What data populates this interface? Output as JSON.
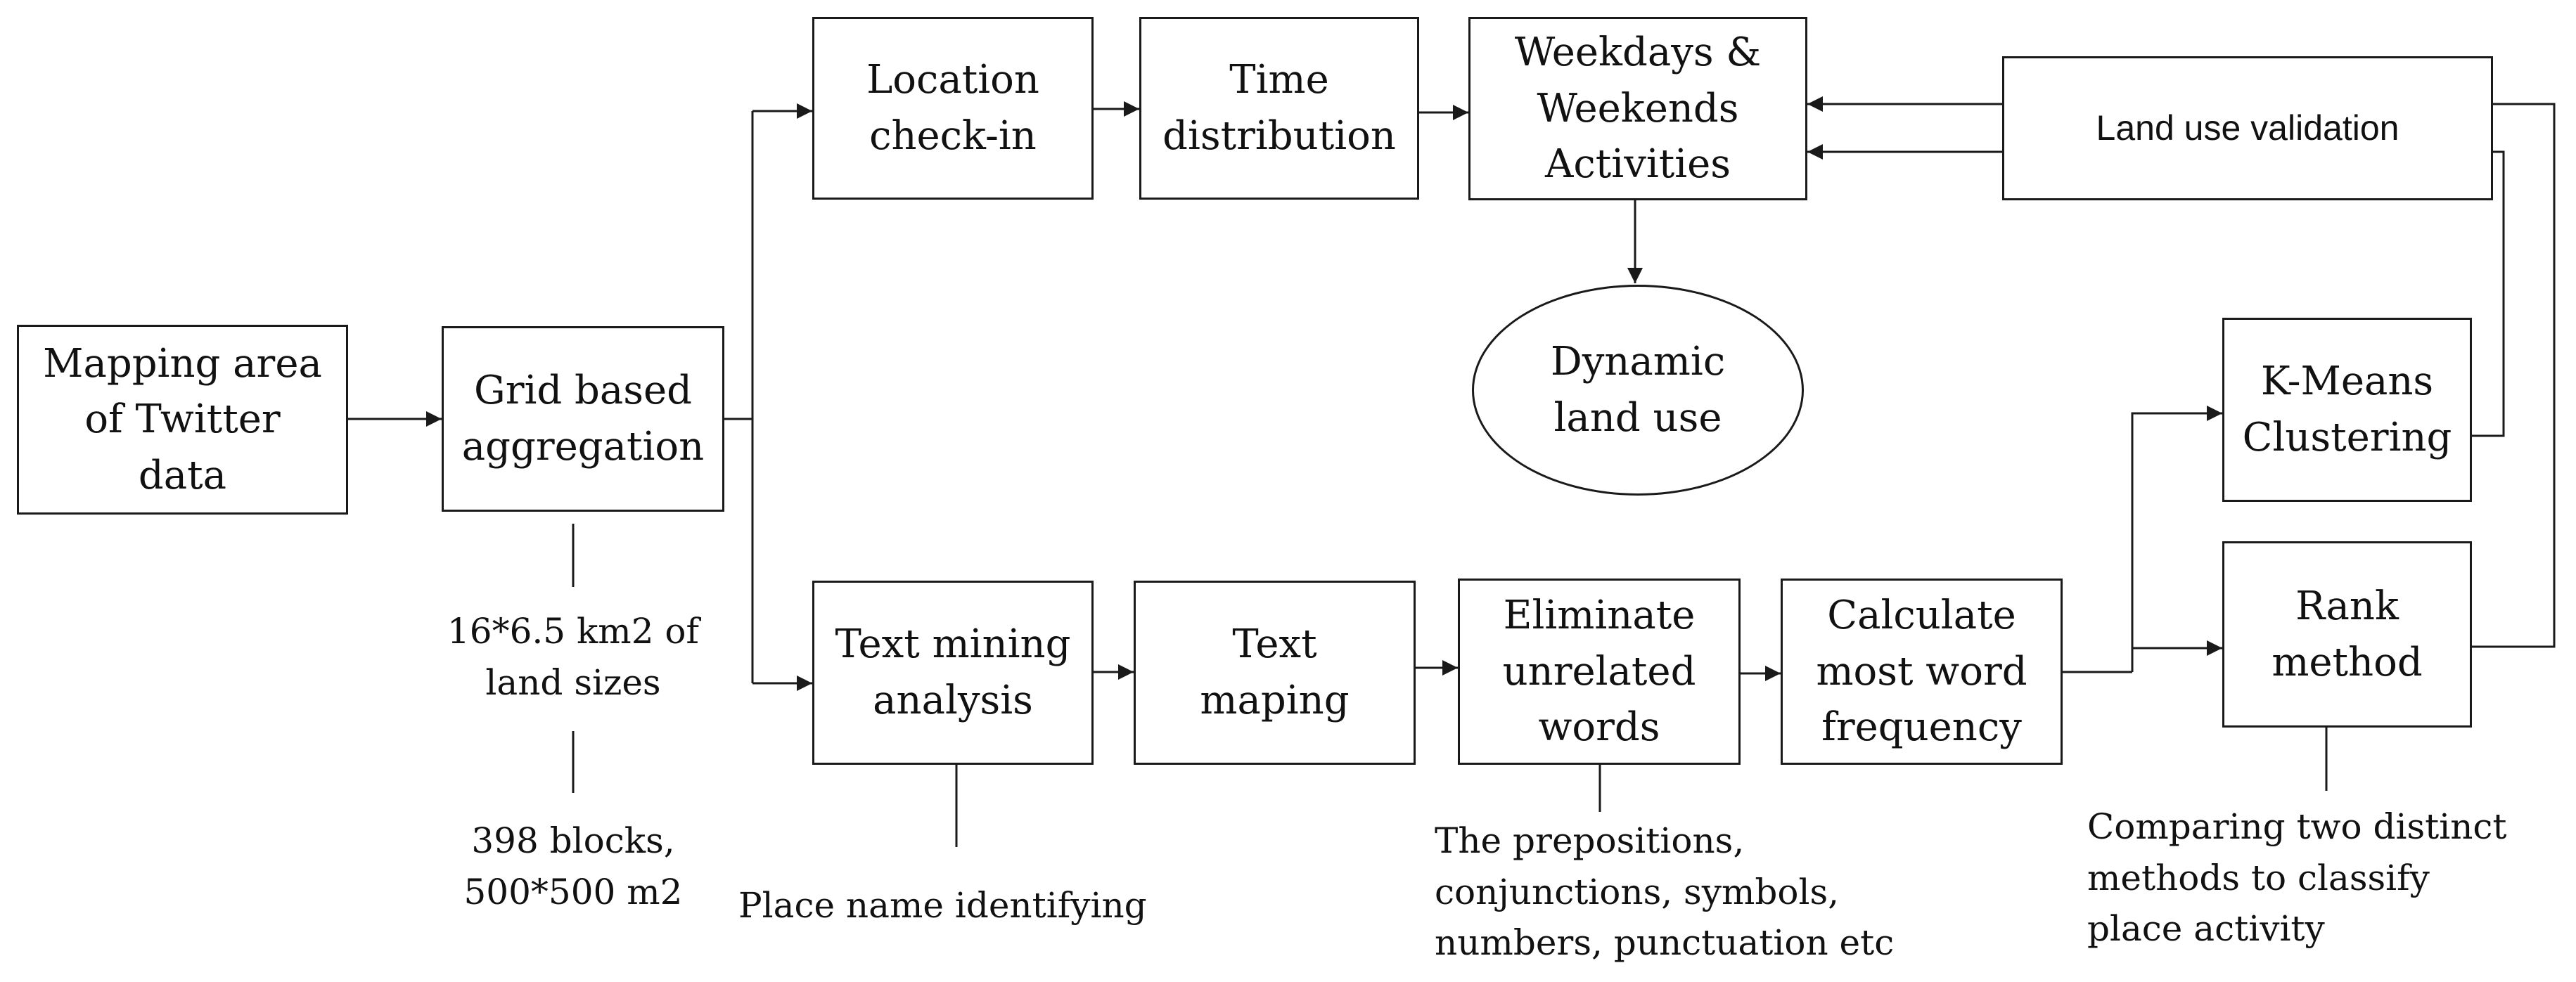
{
  "nodes": {
    "mapping_area": "Mapping area\nof Twitter\ndata",
    "grid_aggregation": "Grid based\naggregation",
    "location_checkin": "Location\ncheck-in",
    "time_distribution": "Time\ndistribution",
    "weekdays_weekends": "Weekdays &\nWeekends\nActivities",
    "land_use_validation": "Land use validation",
    "dynamic_land_use": "Dynamic\nland use",
    "kmeans": "K-Means\nClustering",
    "rank_method": "Rank\nmethod",
    "text_mining": "Text mining\nanalysis",
    "text_maping": "Text\nmaping",
    "eliminate_words": "Eliminate\nunrelated\nwords",
    "word_frequency": "Calculate\nmost word\nfrequency"
  },
  "annotations": {
    "land_sizes": "16*6.5 km2 of\nland sizes",
    "blocks": "398 blocks,\n500*500 m2",
    "place_name": "Place name identifying",
    "prepositions": "The prepositions,\nconjunctions, symbols,\nnumbers, punctuation etc",
    "comparing": "Comparing two distinct\nmethods to classify\nplace activity"
  },
  "colors": {
    "line": "#1a1a1a",
    "text": "#111111",
    "background": "#ffffff"
  }
}
